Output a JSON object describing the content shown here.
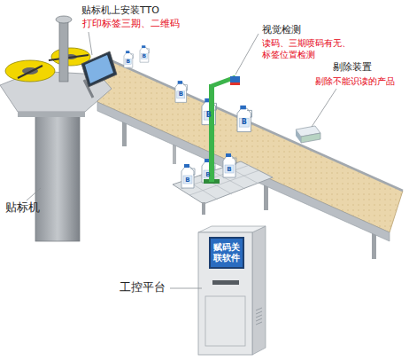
{
  "diagram": {
    "nodes": [
      {
        "text": [
          "赋码关联软件"
        ]
      }
    ],
    "labels": [
      "贴标机上安装TTO",
      "打印标签三期、二维码",
      "视觉检测",
      "读码、三期喷码有无、 标签位置检测",
      "剔除装置",
      "剔除不能识读的产品",
      "贴标机",
      "工控平台",
      "B",
      "B",
      "B",
      "B",
      "B",
      "B",
      "B",
      "B"
    ]
  }
}
